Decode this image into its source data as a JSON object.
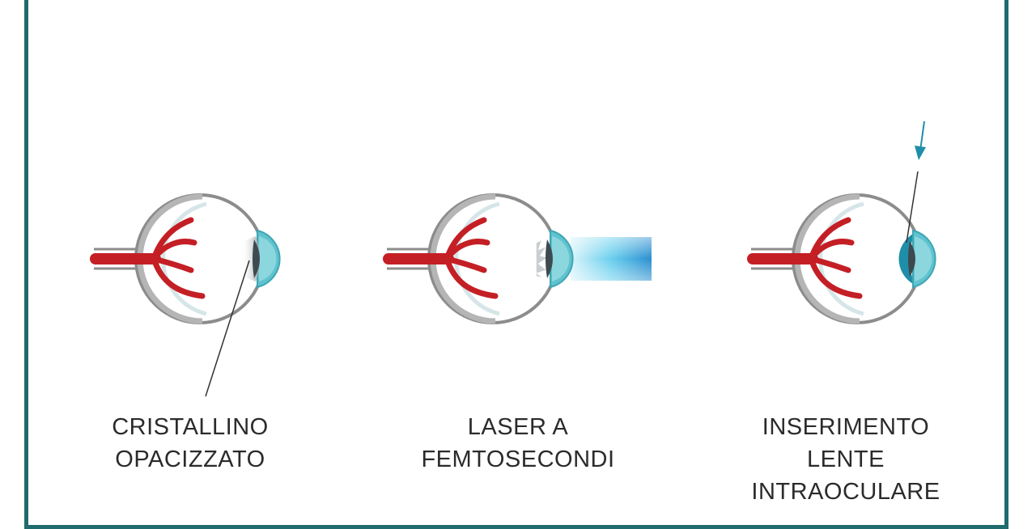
{
  "colors": {
    "frame": "#1f6b6e",
    "nerve": "#c41f25",
    "outline": "#8c8c8c",
    "cornea": "#5fc3cf",
    "lens_dark": "#3d4a4f",
    "laser": "#2aa6d8",
    "arrow": "#1f8ea8"
  },
  "steps": [
    {
      "id": "opacified-lens",
      "lines": [
        "CRISTALLINO",
        "OPACIZZATO"
      ]
    },
    {
      "id": "femtosecond-laser",
      "lines": [
        "LASER A",
        "FEMTOSECONDI"
      ]
    },
    {
      "id": "intraocular-lens-insertion",
      "lines": [
        "INSERIMENTO",
        "LENTE",
        "INTRAOCULARE"
      ]
    }
  ]
}
